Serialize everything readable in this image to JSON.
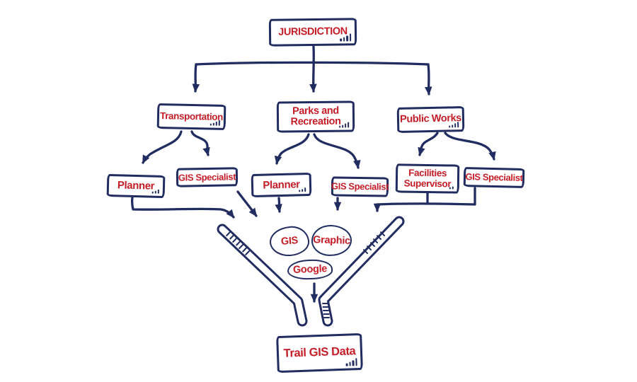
{
  "colors": {
    "ink": "#212c60",
    "accent": "#c51e28",
    "background": "#ffffff"
  },
  "nodes": {
    "jurisdiction": {
      "label": "JURISDICTION"
    },
    "transportation": {
      "label": "Transportation"
    },
    "parks_recreation": {
      "label": "Parks and Recreation"
    },
    "public_works": {
      "label": "Public Works"
    },
    "transportation_planner": {
      "label": "Planner"
    },
    "transportation_gis_specialist": {
      "label": "GIS Specialist"
    },
    "parks_planner": {
      "label": "Planner"
    },
    "parks_gis_specialist": {
      "label": "GIS Specialist"
    },
    "facilities_supervisor": {
      "label": "Facilities Supervisor"
    },
    "public_works_gis_specialist": {
      "label": "GIS Specialist"
    },
    "trail_gis_data": {
      "label": "Trail GIS Data"
    }
  },
  "funnel_sources": {
    "gis": {
      "label": "GIS"
    },
    "graphic": {
      "label": "Graphic"
    },
    "google": {
      "label": "Google"
    }
  },
  "edges": [
    "JURISDICTION -> Transportation",
    "JURISDICTION -> Parks and Recreation",
    "JURISDICTION -> Public Works",
    "Transportation -> Planner",
    "Transportation -> GIS Specialist",
    "Parks and Recreation -> Planner",
    "Parks and Recreation -> GIS Specialist",
    "Public Works -> Facilities Supervisor",
    "Public Works -> GIS Specialist",
    "Planner -> funnel",
    "GIS Specialist -> funnel",
    "Planner -> funnel",
    "GIS Specialist -> funnel",
    "Facilities Supervisor + GIS Specialist -> funnel",
    "funnel -> Trail GIS Data"
  ]
}
